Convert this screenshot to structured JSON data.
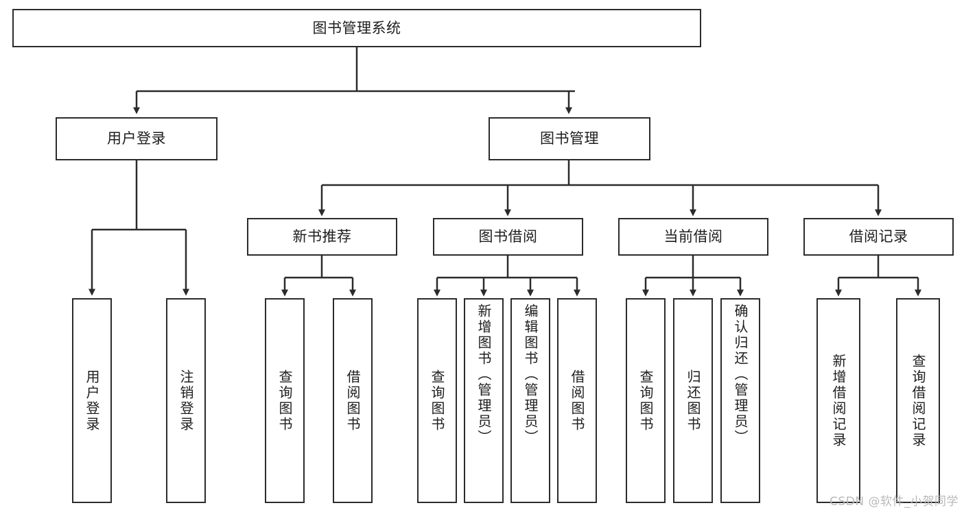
{
  "diagram": {
    "title": "图书管理系统",
    "type": "tree",
    "stroke_color": "#2b2b2b",
    "text_color": "#1d1d1d",
    "background_color": "#ffffff",
    "root": {
      "label": "图书管理系统"
    },
    "level2": [
      {
        "label": "用户登录"
      },
      {
        "label": "图书管理"
      }
    ],
    "level3": [
      {
        "label": "新书推荐"
      },
      {
        "label": "图书借阅"
      },
      {
        "label": "当前借阅"
      },
      {
        "label": "借阅记录"
      }
    ],
    "leaves": {
      "user_login": [
        {
          "label": "用户登录"
        },
        {
          "label": "注销登录"
        }
      ],
      "new_book_recommend": [
        {
          "label": "查询图书"
        },
        {
          "label": "借阅图书"
        }
      ],
      "book_borrow": [
        {
          "label": "查询图书"
        },
        {
          "label": "新增图书（管理员）"
        },
        {
          "label": "编辑图书（管理员）"
        },
        {
          "label": "借阅图书"
        }
      ],
      "current_borrow": [
        {
          "label": "查询图书"
        },
        {
          "label": "归还图书"
        },
        {
          "label": "确认归还（管理员）"
        }
      ],
      "borrow_record": [
        {
          "label": "新增借阅记录"
        },
        {
          "label": "查询借阅记录"
        }
      ]
    }
  },
  "watermark": {
    "text": "CSDN @软件_小贺同学"
  }
}
